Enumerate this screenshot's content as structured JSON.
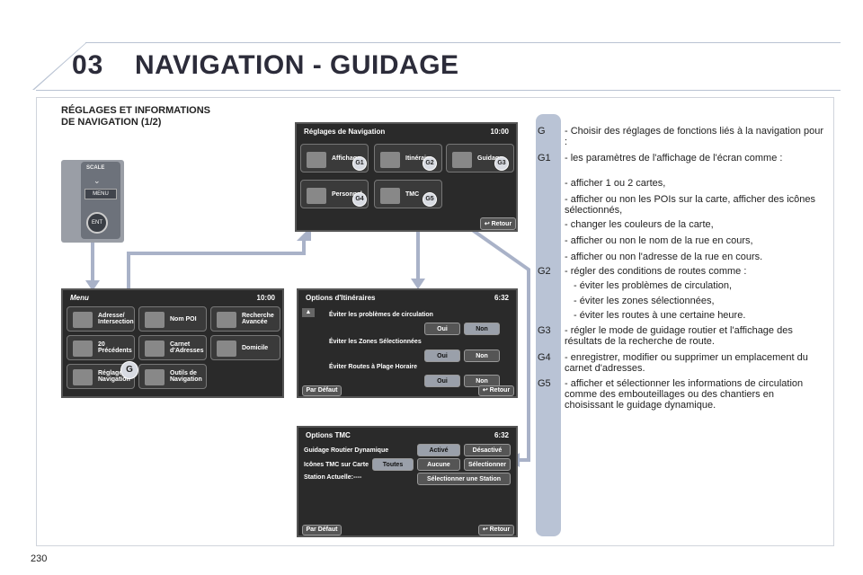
{
  "header": {
    "chapter": "03",
    "title": "NAVIGATION - GUIDAGE"
  },
  "section_title": [
    "RÉGLAGES ET INFORMATIONS",
    "DE NAVIGATION (1/2)"
  ],
  "page_number": "230",
  "remote": {
    "scale": "SCALE",
    "menu": "MENU",
    "ent": "ENT"
  },
  "screen_nav": {
    "title": "Réglages de Navigation",
    "time": "10:00",
    "tiles": [
      "Affichage",
      "Itinéraire",
      "Guidage",
      "Personnel",
      "TMC"
    ],
    "back": "Retour"
  },
  "screen_menu": {
    "title": "Menu",
    "time": "10:00",
    "tiles": [
      "Adresse/ Intersection",
      "Nom POI",
      "Recherche Avancée",
      "20 Précédents",
      "Carnet d'Adresses",
      "Domicile",
      "Réglages Navigation",
      "Outils de Navigation"
    ]
  },
  "screen_itin": {
    "title": "Options d'Itinéraires",
    "time": "6:32",
    "rows": [
      "Éviter les problèmes de circulation",
      "Éviter les Zones Sélectionnées",
      "Éviter Routes à Plage Horaire"
    ],
    "yes": "Oui",
    "no": "Non",
    "default": "Par Défaut",
    "back": "Retour"
  },
  "screen_tmc": {
    "title": "Options TMC",
    "time": "6:32",
    "row1": "Guidage Routier Dynamique",
    "row1_on": "Activé",
    "row1_off": "Désactivé",
    "row2": "Icônes TMC sur Carte",
    "row2_all": "Toutes",
    "row2_none": "Aucune",
    "row2_sel": "Sélectionner",
    "row3": "Station Actuelle:----",
    "row3_btn": "Sélectionner une Station",
    "default": "Par Défaut",
    "back": "Retour"
  },
  "badges": [
    "G",
    "G1",
    "G2",
    "G3",
    "G4",
    "G5"
  ],
  "legend": [
    {
      "key": "G",
      "text": "- Choisir des réglages de fonctions liés à la navigation pour :"
    },
    {
      "key": "G1",
      "text": "- les paramètres de l'affichage de l'écran comme :"
    },
    {
      "key": "",
      "text": "- afficher 1 ou 2 cartes,"
    },
    {
      "key": "",
      "text": "- afficher ou non les POIs sur la carte, afficher des icônes sélectionnés,"
    },
    {
      "key": "",
      "text": "- changer les couleurs de la carte,"
    },
    {
      "key": "",
      "text": "- afficher ou non le nom de la rue en cours,"
    },
    {
      "key": "",
      "text": "- afficher ou non l'adresse de la rue en cours."
    },
    {
      "key": "G2",
      "text": "- régler des conditions de routes comme :"
    },
    {
      "key": "",
      "text": "- éviter les problèmes de circulation,"
    },
    {
      "key": "",
      "text": "- éviter les zones sélectionnées,"
    },
    {
      "key": "",
      "text": "- éviter les routes à une certaine heure."
    },
    {
      "key": "G3",
      "text": "- régler le mode de guidage routier et l'affichage des résultats de la recherche de route."
    },
    {
      "key": "G4",
      "text": "- enregistrer, modifier ou supprimer un emplacement du carnet d'adresses."
    },
    {
      "key": "G5",
      "text": "- afficher et sélectionner les informations de circulation comme des embouteillages ou des chantiers en choisissant le guidage dynamique."
    }
  ],
  "colors": {
    "title": "#2c2c3a",
    "accent": "#b9c3d5",
    "arrow": "#a9b2c8"
  }
}
